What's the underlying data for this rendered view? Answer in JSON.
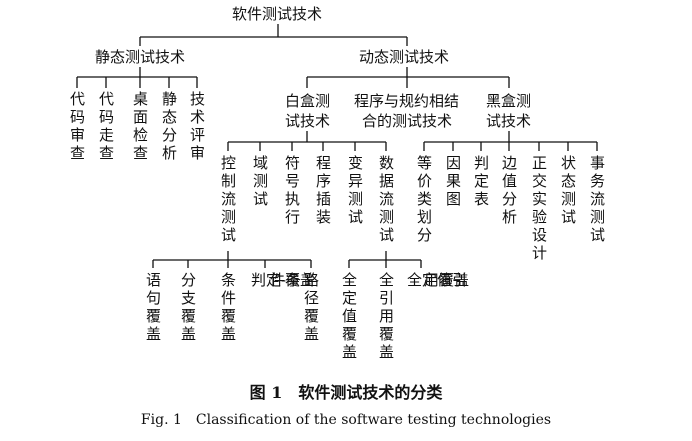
{
  "root": "软件测试技术",
  "static": {
    "title": "静态测试技术",
    "children": [
      "代码审查",
      "代码走查",
      "桌面检查",
      "静态分析",
      "技术评审"
    ]
  },
  "dynamic": {
    "title": "动态测试技术",
    "whitebox": {
      "title_line1": "白盒测",
      "title_line2": "试技术",
      "children": [
        "控制流测试",
        "域测试",
        "符号执行",
        "程序插装",
        "变异测试",
        "数据流测试"
      ],
      "control_flow_children": [
        "语句覆盖",
        "分支覆盖",
        "条件覆盖",
        "判定-条件覆盖",
        "路径覆盖"
      ],
      "decision_condition_col1": "判定-条",
      "decision_condition_col2": "件覆盖",
      "dataflow_children": [
        "全定值覆盖",
        "全引用覆盖",
        "全定值引用覆盖"
      ],
      "all_def_use_col1": "全定值引",
      "all_def_use_col2": "用覆盖"
    },
    "spec": {
      "title_line1": "程序与规约相结",
      "title_line2": "合的测试技术"
    },
    "blackbox": {
      "title_line1": "黑盒测",
      "title_line2": "试技术",
      "children": [
        "等价类划分",
        "因果图",
        "判定表",
        "边值分析",
        "正交实验设计",
        "状态测试",
        "事务流测试"
      ]
    }
  },
  "caption_cn": "图 1　软件测试技术的分类",
  "caption_en": "Fig. 1　Classification of the software testing technologies"
}
